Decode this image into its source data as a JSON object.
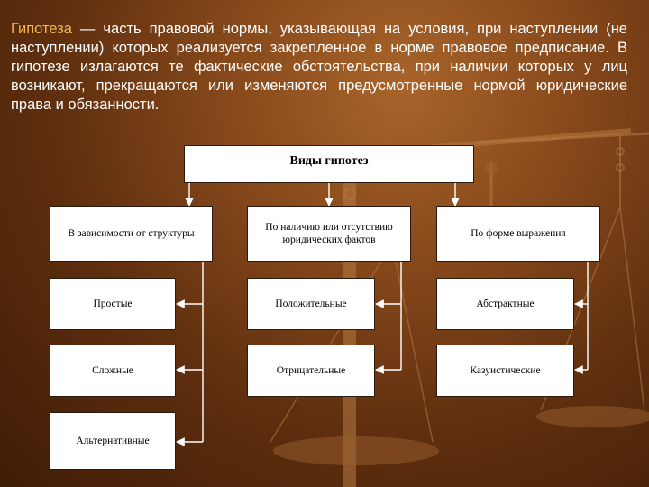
{
  "intro": {
    "term": "Гипотеза",
    "text": " — часть правовой нормы, указывающая на условия, при наступлении (не наступлении) которых реализуется закрепленное в норме правовое предписание. В гипотезе излагаются те фактические обстоятельства, при наличии которых у лиц возникают, прекращаются или изменяются предусмотренные нормой юридические права и обязанности."
  },
  "diagram": {
    "root": "Виды гипотез",
    "columns": [
      {
        "header": "В зависимости от структуры",
        "items": [
          "Простые",
          "Сложные",
          "Альтернативные"
        ]
      },
      {
        "header": "По наличию или отсутствию юридических фактов",
        "items": [
          "Положительные",
          "Отрицательные"
        ]
      },
      {
        "header": "По форме выражения",
        "items": [
          "Абстрактные",
          "Казуистические"
        ]
      }
    ]
  },
  "colors": {
    "background": "#5e2e0e",
    "intro_text": "#ffffff",
    "term": "#f2b84a",
    "box_fill": "#ffffff"
  }
}
